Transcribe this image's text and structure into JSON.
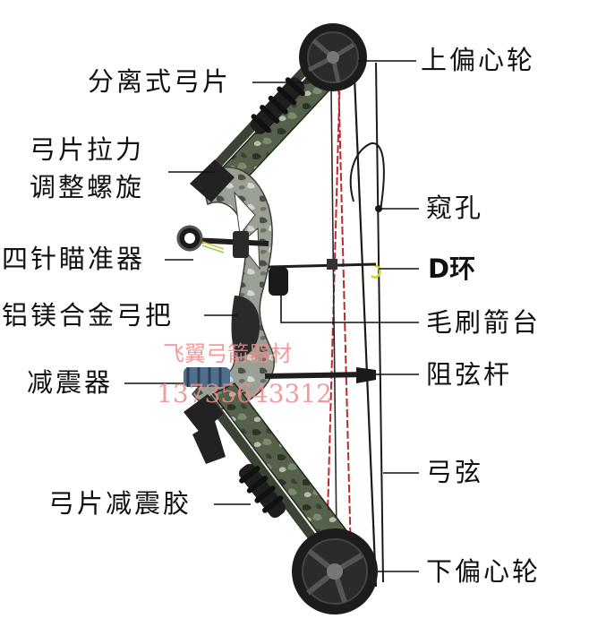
{
  "labels": {
    "detachable_limb": "分离式弓片",
    "limb_tension_bolt_line1": "弓片拉力",
    "limb_tension_bolt_line2": "调整螺旋",
    "four_pin_sight": "四针瞄准器",
    "aluminum_riser": "铝镁合金弓把",
    "stabilizer": "减震器",
    "limb_dampener": "弓片减震胶",
    "upper_cam": "上偏心轮",
    "peep_sight": "窥孔",
    "d_loop": "D环",
    "brush_rest": "毛刷箭台",
    "cable_guard": "阻弦杆",
    "bowstring": "弓弦",
    "lower_cam": "下偏心轮"
  },
  "watermark": {
    "shop_name": "飞翼弓箭器材",
    "phone": "13735643312"
  },
  "colors": {
    "limb_camo": "#4d5a44",
    "riser_camo": "#8f948a",
    "cam_black": "#1c1c1c",
    "string_red": "#c0282f",
    "stabilizer_blue": "#4f6f8f",
    "watermark_red": "#f08a8a",
    "leader_line": "#111111"
  }
}
